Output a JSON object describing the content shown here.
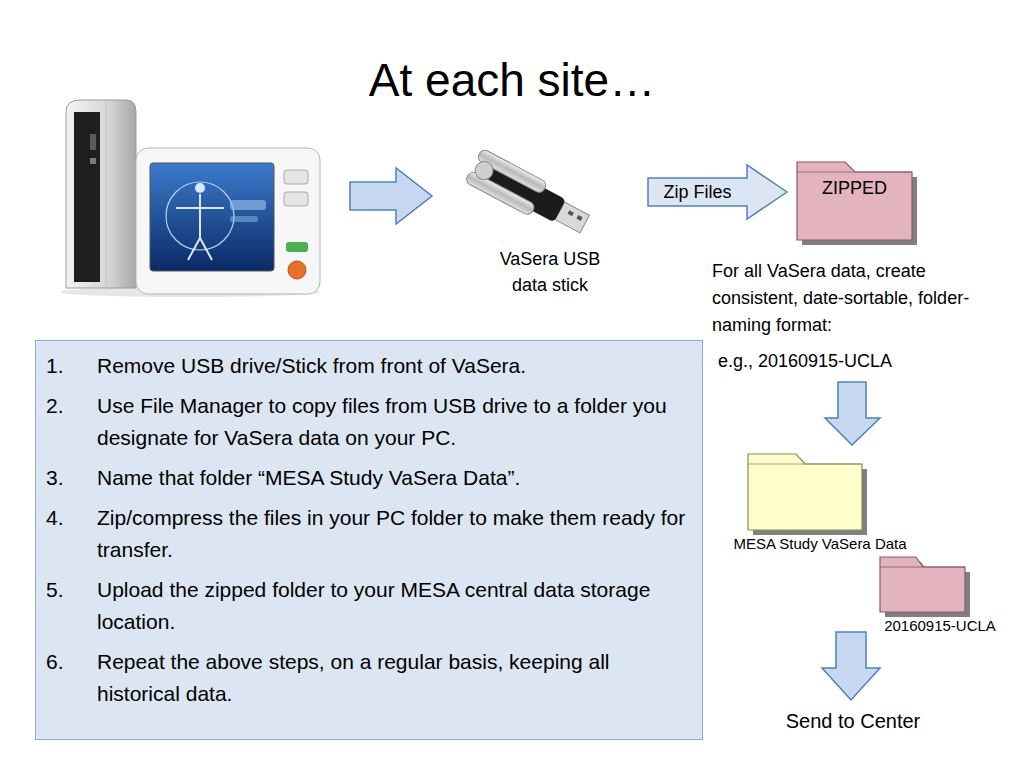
{
  "diagram": {
    "title": "At each site…",
    "nodes": [
      {
        "text": [
          "VaSera USB data stick"
        ]
      },
      {
        "text": [
          "ZIPPED"
        ]
      },
      {
        "text": [
          "1.",
          "Remove USB drive/Stick from front of VaSera.",
          "2.",
          "Use File Manager to copy files from USB drive to a folder you designate for VaSera data on your PC.",
          "3.",
          "Name that folder “MESA Study VaSera Data”.",
          "4.",
          "Zip/compress the files in your PC folder to make them ready for transfer.",
          "5.",
          "Upload the zipped folder to your MESA central data storage location.",
          "6.",
          "Repeat the above steps, on a regular basis, keeping all historical data."
        ]
      },
      {
        "text": [
          "MESA Study VaSera Data"
        ]
      },
      {
        "text": [
          "20160915-UCLA"
        ]
      }
    ],
    "edges": [
      {
        "from": 0,
        "to": 1,
        "label": "Zip Files",
        "arrow": "to"
      }
    ],
    "labels": [
      "For all VaSera data, create consistent, date-sortable, folder-naming format:",
      "e.g., 20160915-UCLA",
      "Send to Center"
    ]
  }
}
